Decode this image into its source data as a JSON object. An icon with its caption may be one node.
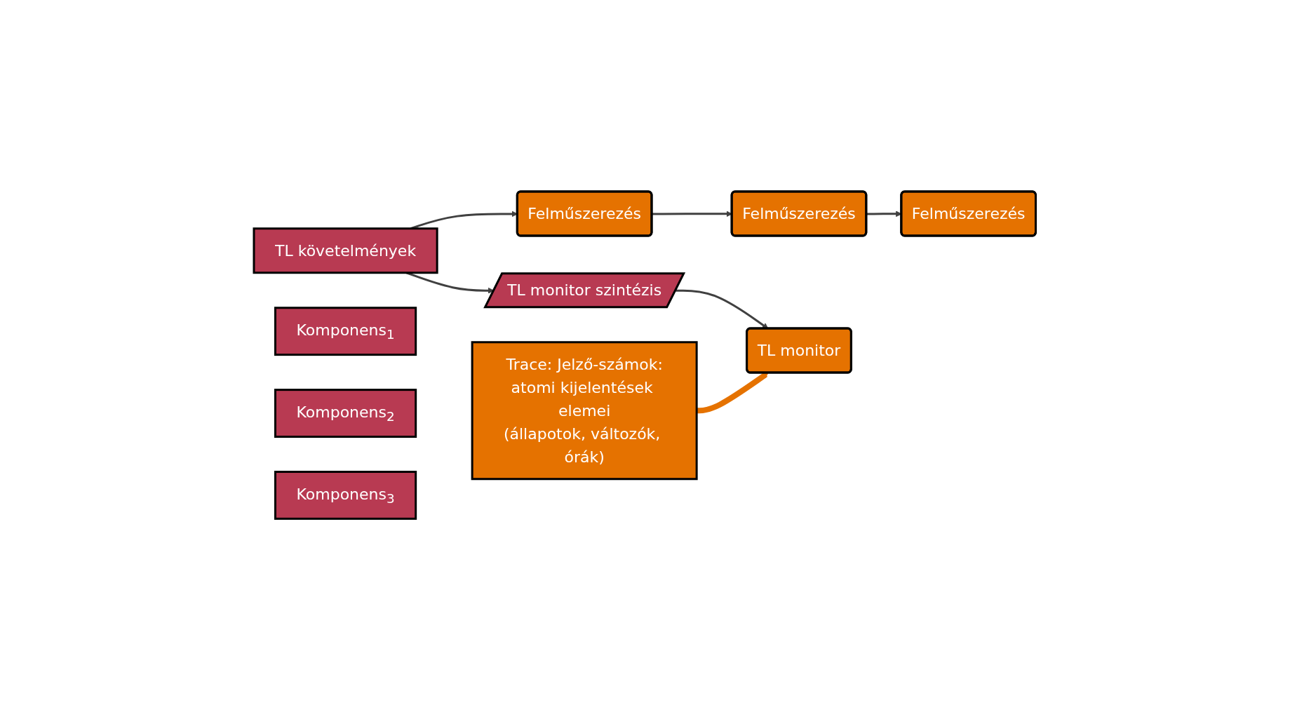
{
  "diagram": {
    "nodes": [
      {
        "text": [
          "TL követelmények"
        ]
      },
      {
        "text": [
          "Komponens$_{1}$"
        ]
      },
      {
        "text": [
          "Felműszerezés"
        ]
      },
      {
        "text": [
          "Komponens$_{2}$"
        ]
      },
      {
        "text": [
          "Felműszerezés"
        ]
      },
      {
        "text": [
          "Komponens$_{3}$"
        ]
      },
      {
        "text": [
          "Felműszerezés"
        ]
      },
      {
        "text": [
          "Trace: Jelző-számok:",
          "atomi kijelentések elemei",
          "(állapotok, változók, órák)"
        ]
      },
      {
        "text": [
          "TL monitor szintézis"
        ]
      },
      {
        "text": [
          "TL monitor"
        ]
      }
    ],
    "edges": [
      {
        "from": 0,
        "to": 2,
        "arrow": "to"
      },
      {
        "from": 2,
        "to": 4,
        "arrow": "to"
      },
      {
        "from": 4,
        "to": 6,
        "arrow": "to"
      },
      {
        "from": 0,
        "to": 8,
        "arrow": "to"
      },
      {
        "from": 8,
        "to": 9,
        "arrow": "to"
      },
      {
        "from": 7,
        "to": 9,
        "arrow": "to",
        "style": "thick",
        "color": "#e57200"
      }
    ]
  }
}
